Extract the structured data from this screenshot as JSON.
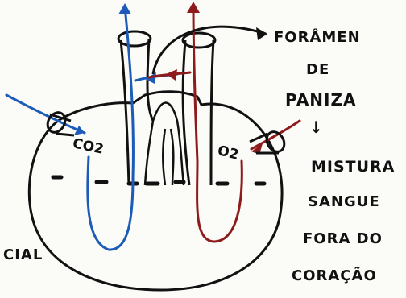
{
  "labels": {
    "foramen": "FORÂMEN",
    "de": "DE",
    "paniza": "PANIZA",
    "down_arrow": "↓",
    "mistura": "MISTURA",
    "sangue": "SANGUE",
    "fora_do": "FORA DO",
    "coracao": "CORAÇÃO",
    "cial": "CIAL",
    "co2": "CO2",
    "o2": "O2"
  },
  "colors": {
    "ink": "#111111",
    "venous_blood": "#1d5bb8",
    "arterial_blood": "#8e1b1b",
    "paper": "#fbfbf8"
  }
}
